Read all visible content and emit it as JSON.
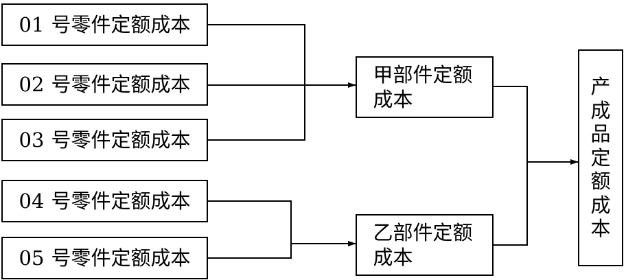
{
  "parts": [
    {
      "num": "01",
      "label": "号零件定额成本"
    },
    {
      "num": "02",
      "label": "号零件定额成本"
    },
    {
      "num": "03",
      "label": "号零件定额成本"
    },
    {
      "num": "04",
      "label": "号零件定额成本"
    },
    {
      "num": "05",
      "label": "号零件定额成本"
    }
  ],
  "assemblies": {
    "jia": "甲部件定额成本",
    "yi": "乙部件定额成本"
  },
  "product": "产成品定额成本"
}
